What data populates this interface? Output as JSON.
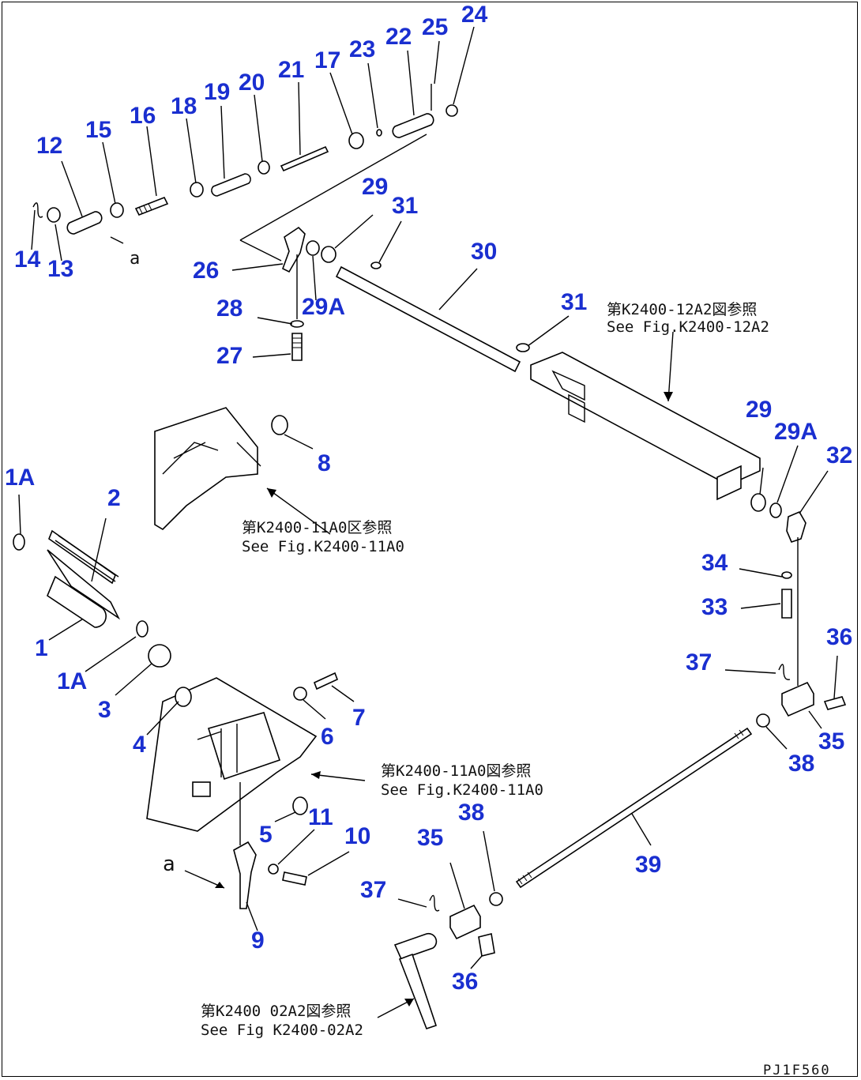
{
  "parts": {
    "p1": "1",
    "p1A_top": "1A",
    "p1A_bottom": "1A",
    "p2": "2",
    "p3": "3",
    "p4": "4",
    "p5": "5",
    "p6": "6",
    "p7": "7",
    "p8": "8",
    "p9": "9",
    "p10": "10",
    "p11": "11",
    "p12": "12",
    "p13": "13",
    "p14": "14",
    "p15": "15",
    "p16": "16",
    "p17": "17",
    "p18": "18",
    "p19": "19",
    "p20": "20",
    "p21": "21",
    "p22": "22",
    "p23": "23",
    "p24": "24",
    "p25": "25",
    "p26": "26",
    "p27": "27",
    "p28": "28",
    "p29_left": "29",
    "p29A_left": "29A",
    "p29_right": "29",
    "p29A_right": "29A",
    "p30": "30",
    "p31_top": "31",
    "p31_mid": "31",
    "p32": "32",
    "p33": "33",
    "p34": "34",
    "p35_right": "35",
    "p35_bottom": "35",
    "p36_right": "36",
    "p36_bottom": "36",
    "p37_right": "37",
    "p37_bottom": "37",
    "p38_right": "38",
    "p38_bottom": "38",
    "p39": "39"
  },
  "markers": {
    "a_upper": "a",
    "a_lower": "a"
  },
  "references": {
    "ref_12a2_jp": "第K2400-12A2図参照",
    "ref_12a2_en": "See Fig.K2400-12A2",
    "ref_11a0_upper_jp": "第K2400-11A0区参照",
    "ref_11a0_upper_en": "See Fig.K2400-11A0",
    "ref_11a0_lower_jp": "第K2400-11A0図参照",
    "ref_11a0_lower_en": "See Fig.K2400-11A0",
    "ref_02a2_jp": "第K2400 02A2図参照",
    "ref_02a2_en": "See Fig K2400-02A2"
  },
  "drawing_code": "PJ1F560",
  "colors": {
    "callout": "#1a2fd0",
    "line": "#000000",
    "background": "#ffffff"
  }
}
